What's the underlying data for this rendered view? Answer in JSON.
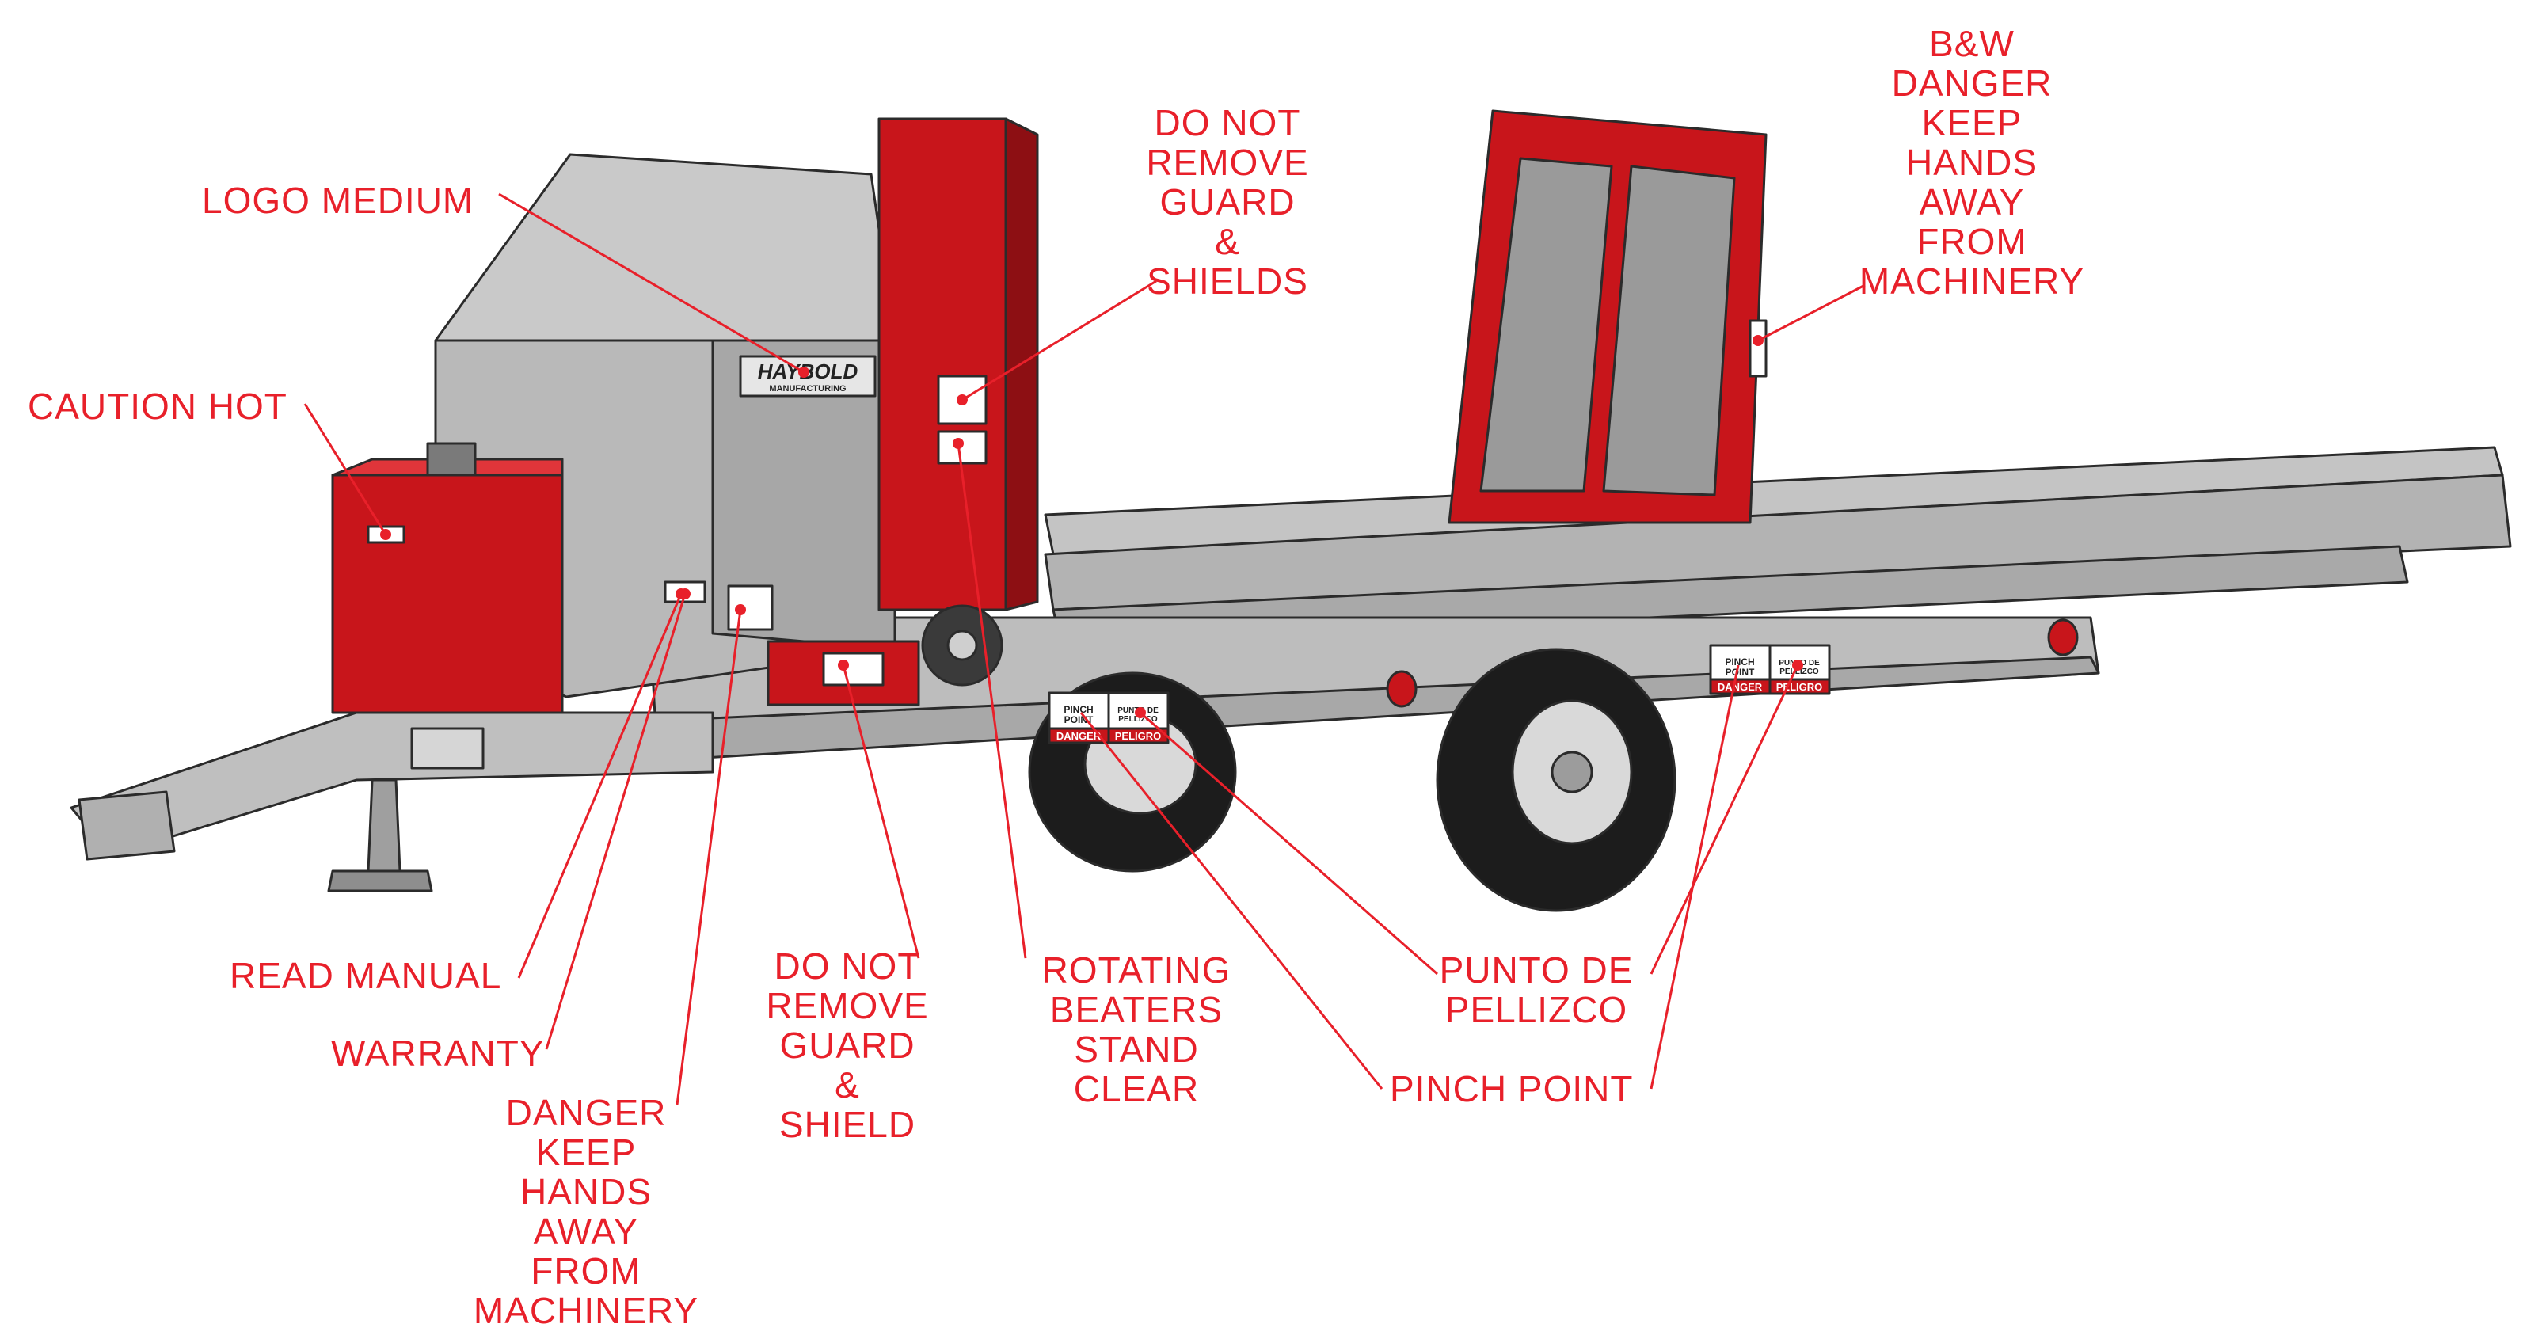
{
  "colors": {
    "callout": "#e8202a",
    "machine_gray": "#b9b9b9",
    "machine_red": "#c8151b",
    "outline": "#2b2b2b",
    "tire": "#1c1c1c"
  },
  "labels": {
    "logo_medium": "LOGO MEDIUM",
    "caution_hot": "CAUTION HOT",
    "do_not_remove_guard_shields": "DO NOT\nREMOVE\nGUARD\n&\nSHIELDS",
    "bw_danger_keep_hands": "B&W\nDANGER\nKEEP\nHANDS\nAWAY\nFROM\nMACHINERY",
    "read_manual": "READ MANUAL",
    "warranty": "WARRANTY",
    "danger_keep_hands": "DANGER\nKEEP\nHANDS\nAWAY\nFROM\nMACHINERY",
    "do_not_remove_guard_shield": "DO NOT\nREMOVE\nGUARD\n&\nSHIELD",
    "rotating_beaters": "ROTATING\nBEATERS\nSTAND\nCLEAR",
    "punto_de_pellizco": "PUNTO DE\nPELLIZCO",
    "pinch_point": "PINCH POINT"
  },
  "decals": {
    "logo": "HAYBOLD",
    "logo_sub": "MANUFACTURING",
    "pinch_point": "PINCH\nPOINT",
    "punto_de_pellizco": "PUNTO DE\nPELLIZCO",
    "danger": "DANGER",
    "peligro": "PELIGRO"
  }
}
